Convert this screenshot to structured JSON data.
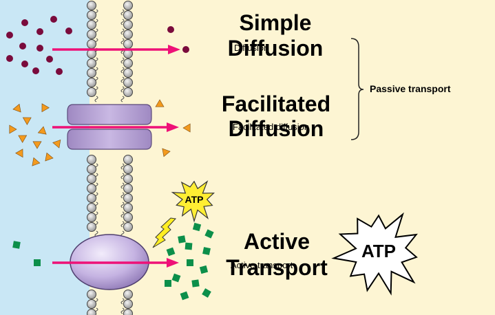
{
  "labels": {
    "simple_line1": "Simple",
    "simple_line2": "Diffusion",
    "simple_small": "Diffusion",
    "facilitated_line1": "Facilitated",
    "facilitated_line2": "Diffusion",
    "facilitated_small": "Facilitated diffusion",
    "active_line1": "Active",
    "active_line2": "Transport",
    "active_small": "Active transport",
    "passive": "Passive transport",
    "atp_small": "ATP",
    "atp_big": "ATP"
  },
  "colors": {
    "outside_bg": "#c9e7f5",
    "inside_bg": "#fdf5d3",
    "arrow": "#ee1177",
    "molecule_simple": "#7a0b3c",
    "molecule_facilitated": "#f39a1e",
    "molecule_active": "#0c8f4a",
    "channel_protein": "#b7a2d4",
    "pump_protein": "#c5b3e2",
    "atp_star": "#ffee33",
    "lightning": "#ffee22"
  }
}
